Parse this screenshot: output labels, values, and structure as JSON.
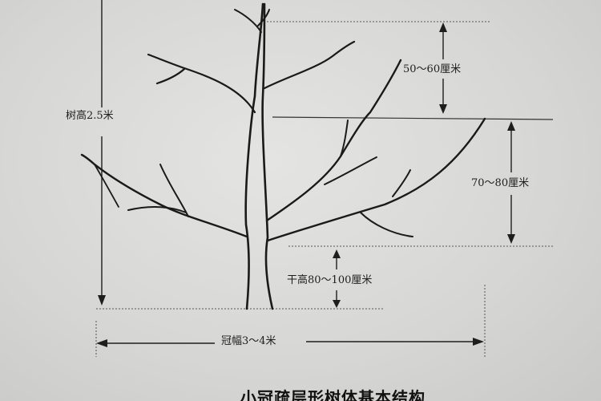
{
  "labels": {
    "tree_height": "树高2.5米",
    "top_spacing": "50～60厘米",
    "layer_spacing": "70～80厘米",
    "trunk_height": "干高80～100厘米",
    "crown_width": "冠幅3～4米"
  },
  "caption": "小冠疏层形树体基本结构",
  "colors": {
    "ink": "#1e1e1e",
    "paper": "#dcdcda"
  }
}
